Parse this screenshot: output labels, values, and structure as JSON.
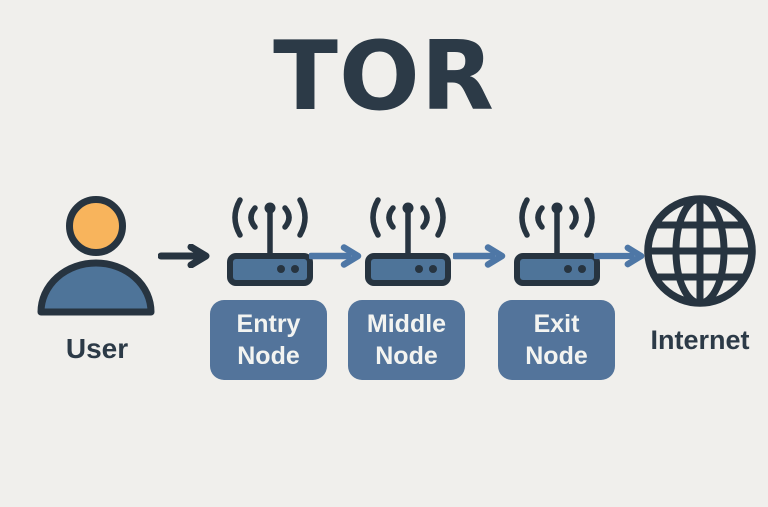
{
  "title": "TOR",
  "flow": {
    "user": {
      "label": "User"
    },
    "nodes": [
      {
        "name": "entry",
        "line1": "Entry",
        "line2": "Node"
      },
      {
        "name": "middle",
        "line1": "Middle",
        "line2": "Node"
      },
      {
        "name": "exit",
        "line1": "Exit",
        "line2": "Node"
      }
    ],
    "internet": {
      "label": "Internet"
    }
  },
  "icons": {
    "user": "person-icon",
    "node": "wifi-router-icon",
    "internet": "globe-grid-icon",
    "connector": "right-arrow-icon"
  },
  "colors": {
    "background": "#f0efec",
    "outline_dark": "#273440",
    "title_text": "#2c3a47",
    "node_blue": "#4e7499",
    "arrow_blue": "#4e77a6",
    "head_orange": "#f8b45c",
    "label_box_blue": "#53749b",
    "label_text": "#f3f4f1"
  }
}
